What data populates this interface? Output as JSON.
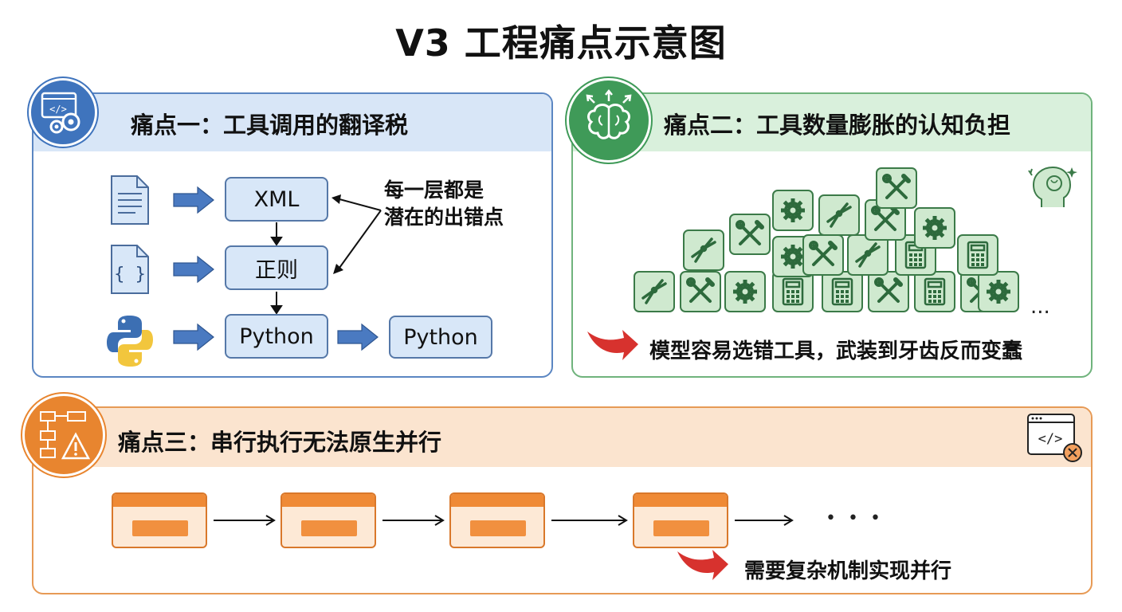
{
  "title": "V3 工程痛点示意图",
  "panel1": {
    "heading": "痛点一：工具调用的翻译税",
    "boxes": [
      "XML",
      "正则",
      "Python",
      "Python"
    ],
    "note_line1": "每一层都是",
    "note_line2": "潜在的出错点",
    "input_icons": [
      "document-icon",
      "json-braces-icon",
      "python-logo-icon"
    ]
  },
  "panel2": {
    "heading": "痛点二：工具数量膨胀的认知负担",
    "ellipsis": "...",
    "caption": "模型容易选错工具，武装到牙齿反而变蠢",
    "tile_icons": [
      "gear-icon",
      "pliers-icon",
      "wrench-screwdriver-icon",
      "calculator-icon"
    ]
  },
  "panel3": {
    "heading": "痛点三：串行执行无法原生并行",
    "ellipsis": "• • •",
    "caption": "需要复杂机制实现并行",
    "step_count": 4
  },
  "colors": {
    "blue_accent": "#3f74bd",
    "green_accent": "#3f9a58",
    "orange_accent": "#e8852f",
    "red_arrow": "#d7322e"
  }
}
